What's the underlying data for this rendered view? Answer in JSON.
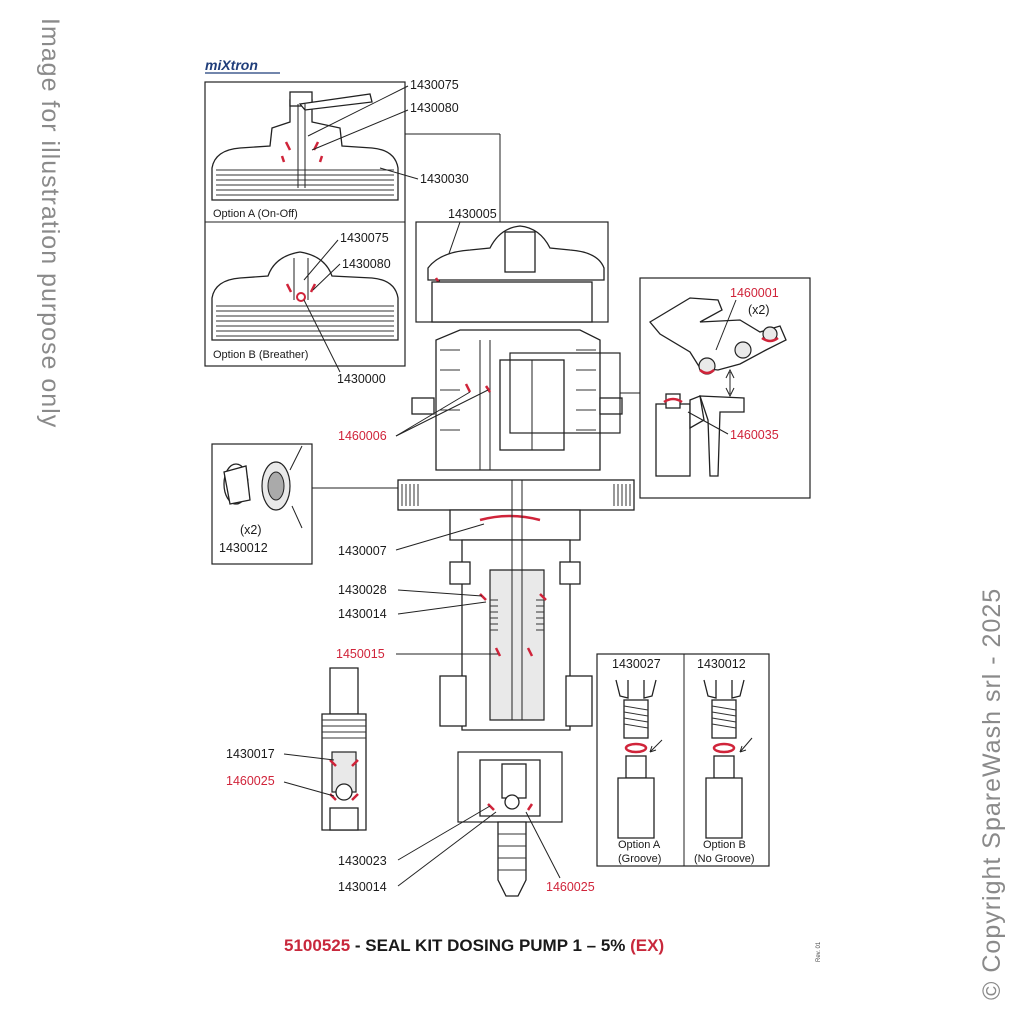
{
  "watermarks": {
    "left": "Image for illustration purpose only",
    "right": "© Copyright SpareWash srl - 2025"
  },
  "brand": "miXtron",
  "title": {
    "code": "5100525",
    "text": " - SEAL KIT DOSING PUMP 1 – 5% ",
    "suffix": "(EX)"
  },
  "revision": "Rev. 01",
  "colors": {
    "highlight": "#d0243a",
    "title_red": "#c8283c",
    "text": "#1a1a1a",
    "watermark": "#8a8a8a"
  },
  "option_a": {
    "caption": "Option A (On-Off)",
    "parts": [
      "1430075",
      "1430080",
      "1430030"
    ]
  },
  "option_b": {
    "caption": "Option B (Breather)",
    "parts": [
      "1430075",
      "1430080",
      "1430000"
    ]
  },
  "labels": {
    "p1430005": "1430005",
    "p1460006": "1460006",
    "p1460001": "1460001",
    "x2_a": "(x2)",
    "p1460035": "1460035",
    "x2_b": "(x2)",
    "p1430012_side": "1430012",
    "p1430007": "1430007",
    "p1430028": "1430028",
    "p1430014_a": "1430014",
    "p1450015": "1450015",
    "p1430017": "1430017",
    "p1460025_left": "1460025",
    "p1430023": "1430023",
    "p1430014_b": "1430014",
    "p1460025_bottom": "1460025"
  },
  "groove": {
    "col_a_code": "1430027",
    "col_b_code": "1430012",
    "col_a_caption": [
      "Option A",
      "(Groove)"
    ],
    "col_b_caption": [
      "Option B",
      "(No Groove)"
    ]
  }
}
